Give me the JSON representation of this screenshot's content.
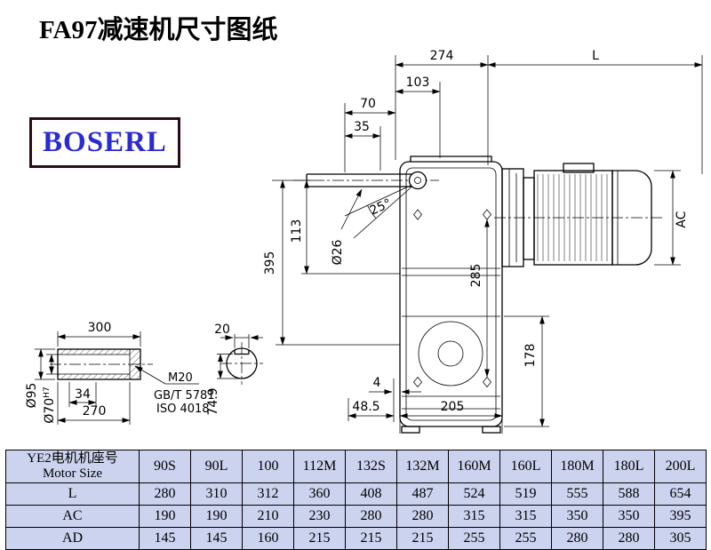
{
  "page": {
    "title": "FA97减速机尺寸图纸",
    "brand": "BOSERL"
  },
  "colors": {
    "table_bg": "#ccd3ee",
    "logo_text": "#2b2bd5",
    "logo_border": "#2a0d14",
    "line": "#000000"
  },
  "drawing": {
    "dims": {
      "d274": "274",
      "dL": "L",
      "d103": "103",
      "d70": "70",
      "d35": "35",
      "d395": "395",
      "d113": "113",
      "d26": "Ø26",
      "angle25": "25°",
      "dAC": "AC",
      "d285": "285",
      "d178": "178",
      "d4": "4",
      "d48_5": "48.5",
      "d205": "205"
    },
    "shaft_detail": {
      "d300": "300",
      "d34": "34",
      "d270": "270",
      "d95": "Ø95",
      "d70h7": "Ø70",
      "d70h7_tol": "H7",
      "m20": "M20",
      "gbt": "GB/T 5781",
      "iso": "ISO 4018"
    },
    "section_detail": {
      "d20": "20",
      "d74_9": "74.9"
    }
  },
  "table": {
    "header_label_cn": "YE2电机机座号",
    "header_label_en": "Motor Size",
    "columns": [
      "90S",
      "90L",
      "100",
      "112M",
      "132S",
      "132M",
      "160M",
      "160L",
      "180M",
      "180L",
      "200L"
    ],
    "rows": [
      {
        "label": "L",
        "values": [
          "280",
          "310",
          "312",
          "360",
          "408",
          "487",
          "524",
          "519",
          "555",
          "588",
          "654"
        ]
      },
      {
        "label": "AC",
        "values": [
          "190",
          "190",
          "210",
          "230",
          "280",
          "280",
          "315",
          "315",
          "350",
          "350",
          "395"
        ]
      },
      {
        "label": "AD",
        "values": [
          "145",
          "145",
          "160",
          "215",
          "215",
          "215",
          "255",
          "255",
          "280",
          "280",
          "305"
        ]
      }
    ]
  }
}
